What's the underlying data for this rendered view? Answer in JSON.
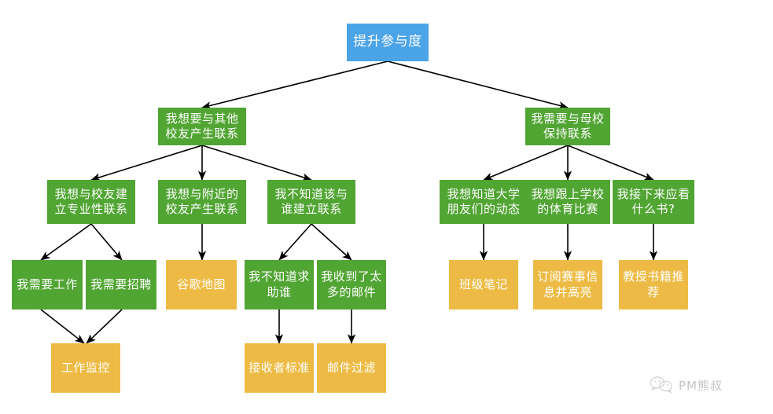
{
  "diagram": {
    "type": "tree-mindmap",
    "colors": {
      "root": "#4BA3E8",
      "green": "#51A533",
      "orange": "#EDBB45",
      "edge": "#000000",
      "background": "#FFFFFF"
    },
    "nodes": {
      "root": {
        "label": "提升参与度"
      },
      "level2": [
        {
          "label": "我想要与其他\n校友产生联系"
        },
        {
          "label": "我需要与母校\n保持联系"
        }
      ],
      "level3_left": [
        {
          "label": "我想与校友建\n立专业性联系"
        },
        {
          "label": "我想与附近的\n校友产生联系"
        },
        {
          "label": "我不知道该与\n谁建立联系"
        }
      ],
      "level3_right": [
        {
          "label": "我想知道大学\n朋友们的动态"
        },
        {
          "label": "我想跟上学校\n的体育比赛"
        },
        {
          "label": "我接下来应看\n什么书?"
        }
      ],
      "level4_left": [
        {
          "label": "我需要工作"
        },
        {
          "label": "我需要招聘"
        },
        {
          "label": "谷歌地图"
        },
        {
          "label": "我不知道求\n助谁"
        },
        {
          "label": "我收到了太\n多的邮件"
        }
      ],
      "level4_right": [
        {
          "label": "班级笔记"
        },
        {
          "label": "订阅赛事信\n息并高亮"
        },
        {
          "label": "教授书籍推\n荐"
        }
      ],
      "level5": [
        {
          "label": "工作监控"
        },
        {
          "label": "接收者标准"
        },
        {
          "label": "邮件过滤"
        }
      ]
    }
  },
  "watermark": {
    "icon": "wechat-icon",
    "text": "PM熊叔"
  }
}
